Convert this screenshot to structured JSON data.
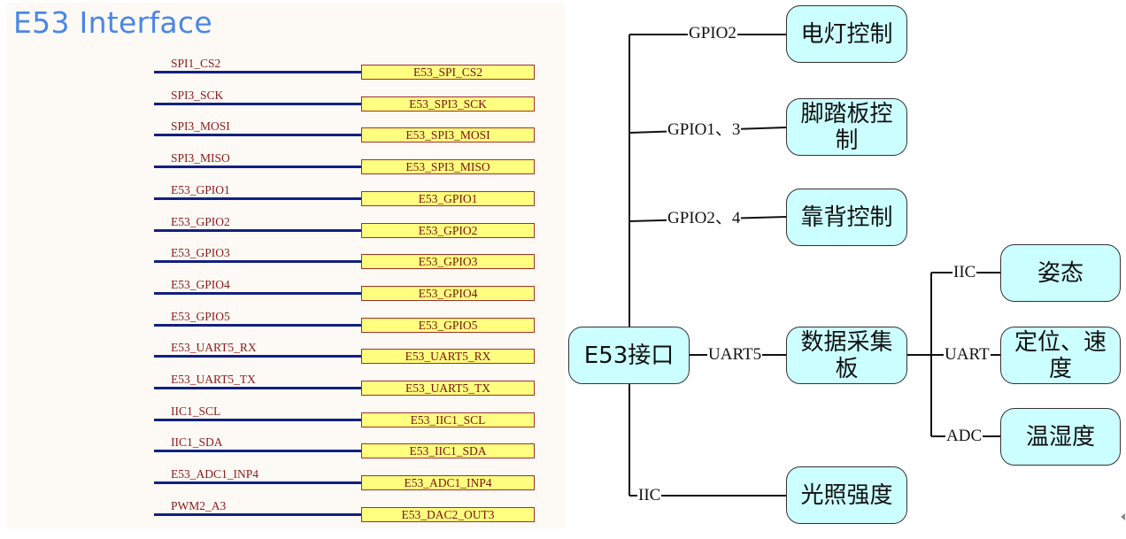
{
  "schematic": {
    "title": "E53 Interface",
    "nets": [
      {
        "net": "SPI1_CS2",
        "port": "E53_SPI_CS2"
      },
      {
        "net": "SPI3_SCK",
        "port": "E53_SPI3_SCK"
      },
      {
        "net": "SPI3_MOSI",
        "port": "E53_SPI3_MOSI"
      },
      {
        "net": "SPI3_MISO",
        "port": "E53_SPI3_MISO"
      },
      {
        "net": "E53_GPIO1",
        "port": "E53_GPIO1"
      },
      {
        "net": "E53_GPIO2",
        "port": "E53_GPIO2"
      },
      {
        "net": "E53_GPIO3",
        "port": "E53_GPIO3"
      },
      {
        "net": "E53_GPIO4",
        "port": "E53_GPIO4"
      },
      {
        "net": "E53_GPIO5",
        "port": "E53_GPIO5"
      },
      {
        "net": "E53_UART5_RX",
        "port": "E53_UART5_RX"
      },
      {
        "net": "E53_UART5_TX",
        "port": "E53_UART5_TX"
      },
      {
        "net": "IIC1_SCL",
        "port": "E53_IIC1_SCL"
      },
      {
        "net": "IIC1_SDA",
        "port": "E53_IIC1_SDA"
      },
      {
        "net": "E53_ADC1_INP4",
        "port": "E53_ADC1_INP4"
      },
      {
        "net": "PWM2_A3",
        "port": "E53_DAC2_OUT3"
      }
    ]
  },
  "diagram": {
    "root": "E53接口",
    "branches": {
      "light": {
        "label": "GPIO2",
        "node": "电灯控制"
      },
      "pedal": {
        "label": "GPIO1、3",
        "node": "脚踏板控制"
      },
      "back": {
        "label": "GPIO2、4",
        "node": "靠背控制"
      },
      "daq": {
        "label": "UART5",
        "node": "数据采集板"
      },
      "lux": {
        "label": "IIC",
        "node": "光照强度"
      }
    },
    "daq_children": {
      "attitude": {
        "label": "IIC",
        "node": "姿态"
      },
      "position": {
        "label": "UART",
        "node": "定位、速度"
      },
      "humidity": {
        "label": "ADC",
        "node": "温湿度"
      }
    }
  },
  "colors": {
    "node_fill": "#ccffff",
    "port_fill": "#ffff80",
    "net_wire": "#13207f",
    "title": "#4a86e8"
  }
}
